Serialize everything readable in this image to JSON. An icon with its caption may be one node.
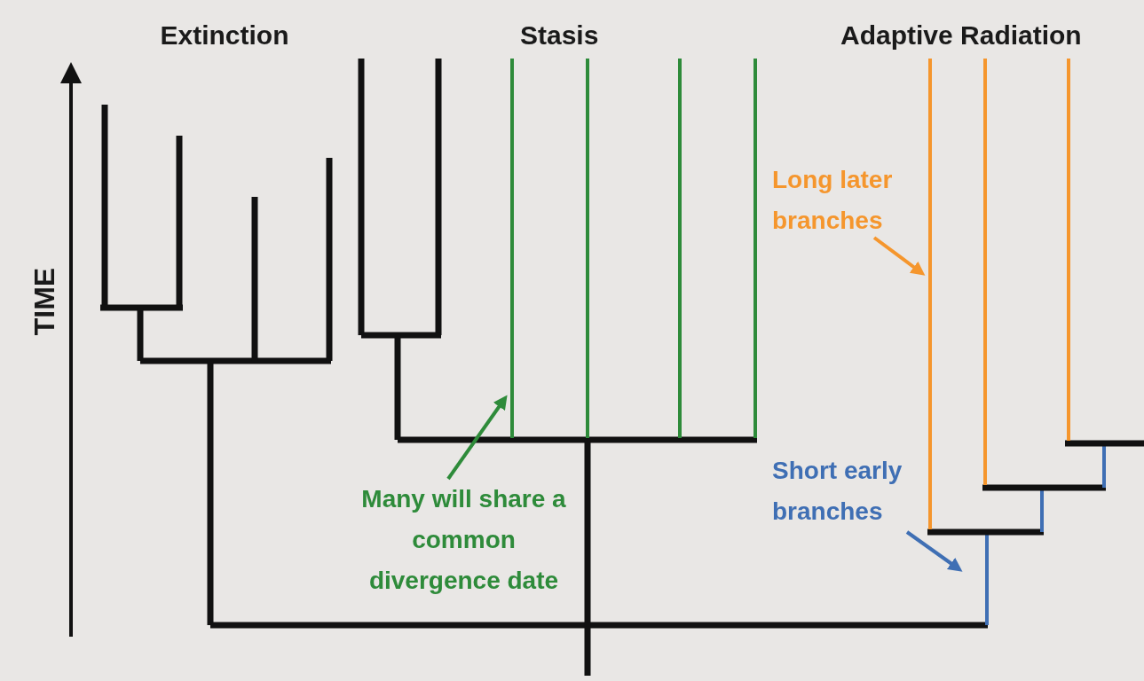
{
  "diagram": {
    "nodes": [
      {
        "text": [
          "Many will share a common divergence date"
        ]
      },
      {
        "text": [
          "Long later branches"
        ]
      },
      {
        "text": [
          "Short early branches"
        ]
      }
    ],
    "edges": [
      {
        "from": 0,
        "to": null,
        "arrow": "to",
        "color": "#2e8b3a"
      },
      {
        "from": 1,
        "to": null,
        "arrow": "to",
        "color": "#f5962d"
      },
      {
        "from": 2,
        "to": null,
        "arrow": "to",
        "color": "#3f6fb4"
      }
    ],
    "labels": [
      "Extinction",
      "Stasis",
      "Adaptive Radiation",
      "TIME"
    ]
  }
}
